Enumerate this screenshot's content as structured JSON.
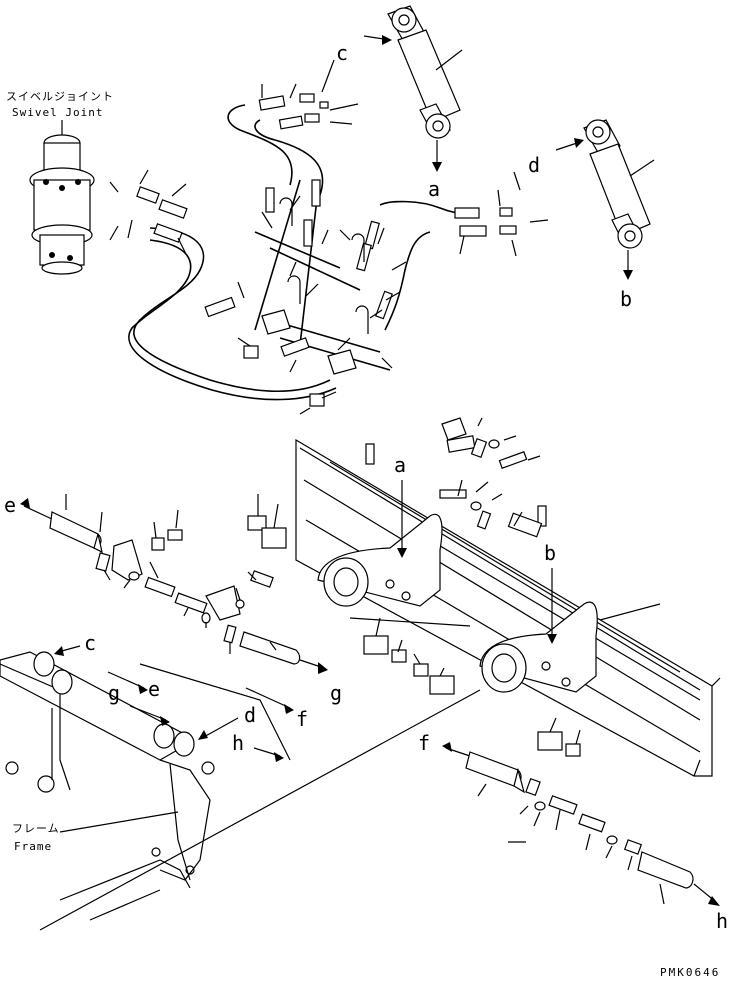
{
  "labels": {
    "swivel_jp": "スイベルジョイント",
    "swivel_en": "Swivel Joint",
    "frame_jp": "フレーム",
    "frame_en": "Frame",
    "drawing_code": "PMK0646"
  },
  "callout_letters": {
    "a_top": "a",
    "b_top": "b",
    "c_top": "c",
    "d_top": "d",
    "a_blade": "a",
    "b_blade": "b",
    "e_left": "e",
    "c_frame": "c",
    "e_frame": "e",
    "g_frame": "g",
    "g_pin": "g",
    "f_frame": "f",
    "d_frame": "d",
    "h_frame": "h",
    "f_right": "f",
    "h_right": "h"
  }
}
